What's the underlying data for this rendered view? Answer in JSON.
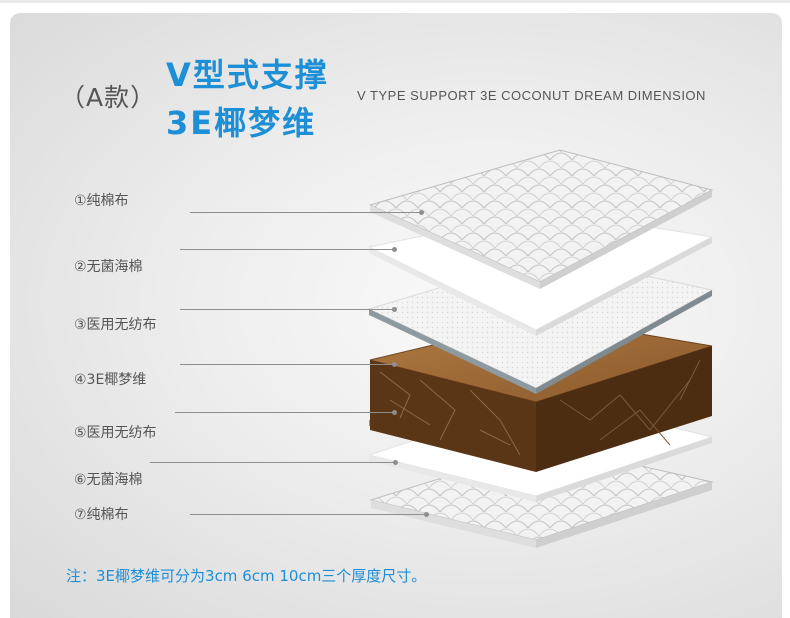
{
  "header": {
    "variant": "（A款）",
    "title_line1": "V型式支撑",
    "title_line2": "3E椰梦维",
    "subtitle": "V TYPE SUPPORT 3E COCONUT DREAM DIMENSION"
  },
  "layers": [
    {
      "label": "①纯棉布"
    },
    {
      "label": "②无菌海棉"
    },
    {
      "label": "③医用无纺布"
    },
    {
      "label": "④3E椰梦维"
    },
    {
      "label": "⑤医用无纺布"
    },
    {
      "label": "⑥无菌海棉"
    },
    {
      "label": "⑦纯棉布"
    }
  ],
  "footnote": "注：3E椰梦维可分为3cm 6cm 10cm三个厚度尺寸。",
  "colors": {
    "accent": "#1d8fd6",
    "text": "#555555",
    "coconut": "#7a4a22"
  }
}
